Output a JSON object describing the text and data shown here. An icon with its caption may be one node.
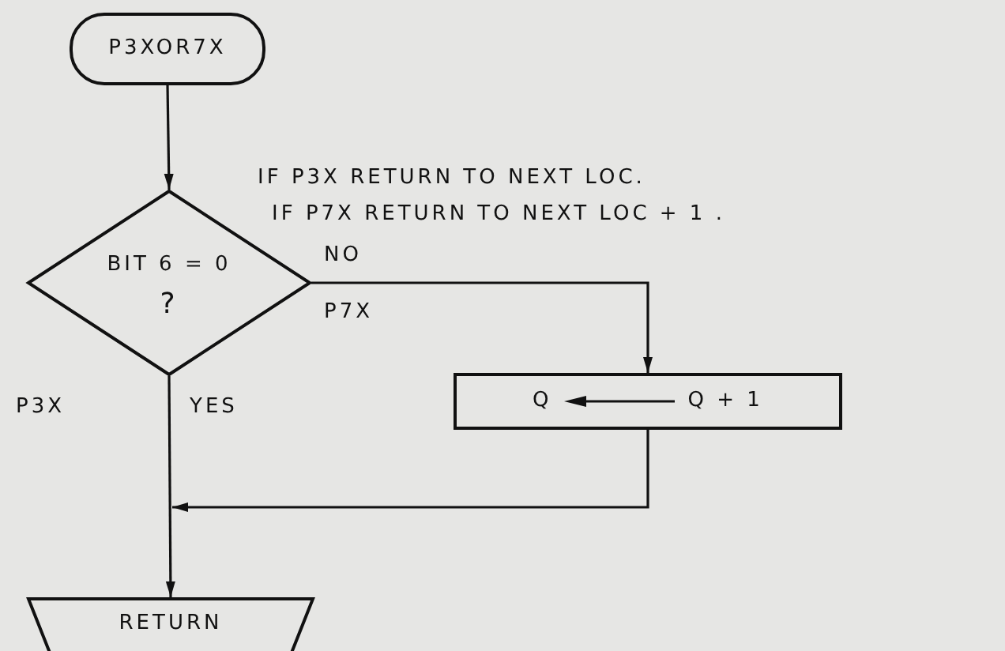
{
  "diagram": {
    "nodes": [
      {
        "text": [
          "P3XOR7X"
        ]
      },
      {
        "text": [
          "BIT 6 = 0",
          "?"
        ]
      },
      {
        "text": [
          "Q",
          "Q + 1"
        ]
      },
      {
        "text": [
          "RETURN"
        ]
      }
    ],
    "edges": [
      {
        "from": 0,
        "to": 1,
        "arrow": "to"
      },
      {
        "from": 1,
        "to": 2,
        "arrow": "to",
        "label": "NO"
      },
      {
        "from": 1,
        "to": 3,
        "arrow": "to",
        "label": "YES"
      },
      {
        "from": 2,
        "to": 3,
        "arrow": "to"
      }
    ],
    "labels": [
      "IF P3X RETURN TO NEXT LOC.",
      "IF P7X RETURN TO NEXT LOC + 1 .",
      "P7X",
      "P3X"
    ]
  }
}
